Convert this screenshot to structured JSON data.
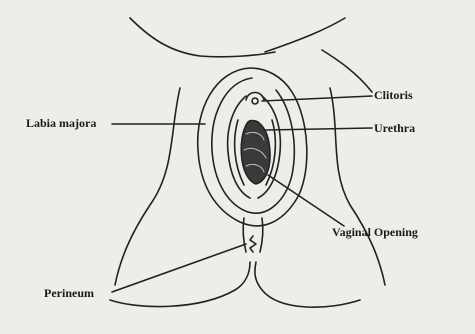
{
  "labels": {
    "clitoris": "Clitoris",
    "labia_majora": "Labia majora",
    "urethra": "Urethra",
    "vaginal_opening": "Vaginal Opening",
    "perineum": "Perineum"
  },
  "colors": {
    "background": "#efedea",
    "ink": "#222222"
  }
}
